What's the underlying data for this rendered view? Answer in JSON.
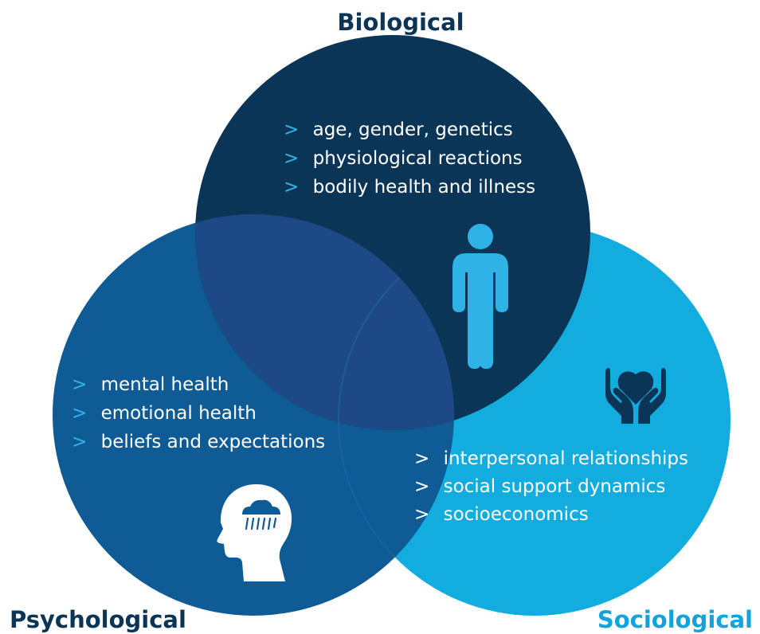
{
  "diagram": {
    "colors": {
      "biological": "#0b3557",
      "psychological": "#0f5b96",
      "sociological": "#12acdf",
      "overlap_bio_psych": "#1d4a86",
      "heading": "#0b3557",
      "heading_sociological": "#12a3d9",
      "bullet_accent": "#2fb3e6",
      "icon": "#2fb3e6"
    },
    "biological": {
      "title": "Biological",
      "bullet": ">",
      "items": [
        "age, gender, genetics",
        "physiological reactions",
        "bodily health and illness"
      ],
      "icon": "person-icon"
    },
    "psychological": {
      "title": "Psychological",
      "bullet": ">",
      "items": [
        "mental health",
        "emotional health",
        "beliefs and expectations"
      ],
      "icon": "head-rain-cloud-icon"
    },
    "sociological": {
      "title": "Sociological",
      "bullet": ">",
      "items": [
        "interpersonal relationships",
        "social support dynamics",
        "socioeconomics"
      ],
      "icon": "hands-heart-icon"
    }
  }
}
